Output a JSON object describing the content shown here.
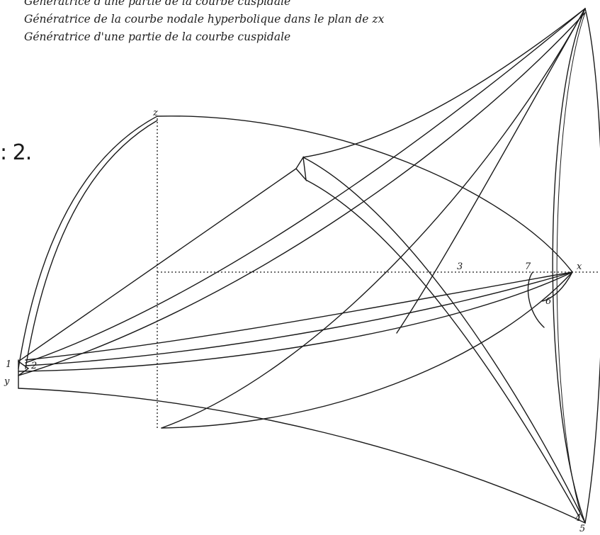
{
  "captions": [
    "Génératrice d'une partie de la courbe cuspidale",
    "Génératrice de la courbe nodale hyperbolique dans le plan de zx",
    "Génératrice d'une partie de la courbe cuspidale"
  ],
  "figure_label": ": 2.",
  "points": {
    "z": "z",
    "x": "x",
    "y": "y",
    "p1": "1",
    "p2": "2",
    "p3": "3",
    "p4": "4",
    "p5": "5",
    "p6": "6",
    "p7": "7"
  }
}
